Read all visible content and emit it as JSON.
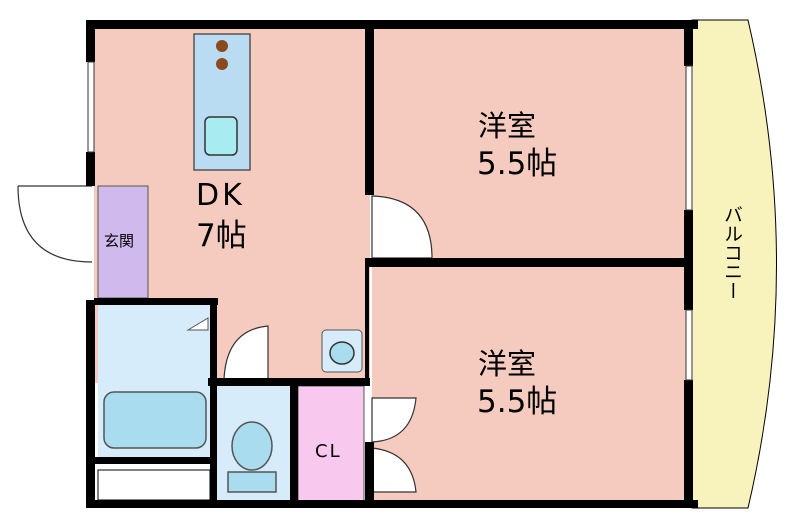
{
  "rooms": {
    "dk": {
      "name": "DK",
      "size": "7帖"
    },
    "western_room_upper": {
      "name": "洋室",
      "size": "5.5帖"
    },
    "western_room_lower": {
      "name": "洋室",
      "size": "5.5帖"
    },
    "entrance": {
      "name": "玄関"
    },
    "closet": {
      "name": "CL"
    },
    "balcony": {
      "name": "バルコニー"
    }
  },
  "colors": {
    "room_floor": "#f5cbbf",
    "entrance": "#d0b9ec",
    "closet": "#f8c8ee",
    "wet_area": "#d6ecfa",
    "balcony": "#f8f3bd",
    "wall": "#000000"
  }
}
